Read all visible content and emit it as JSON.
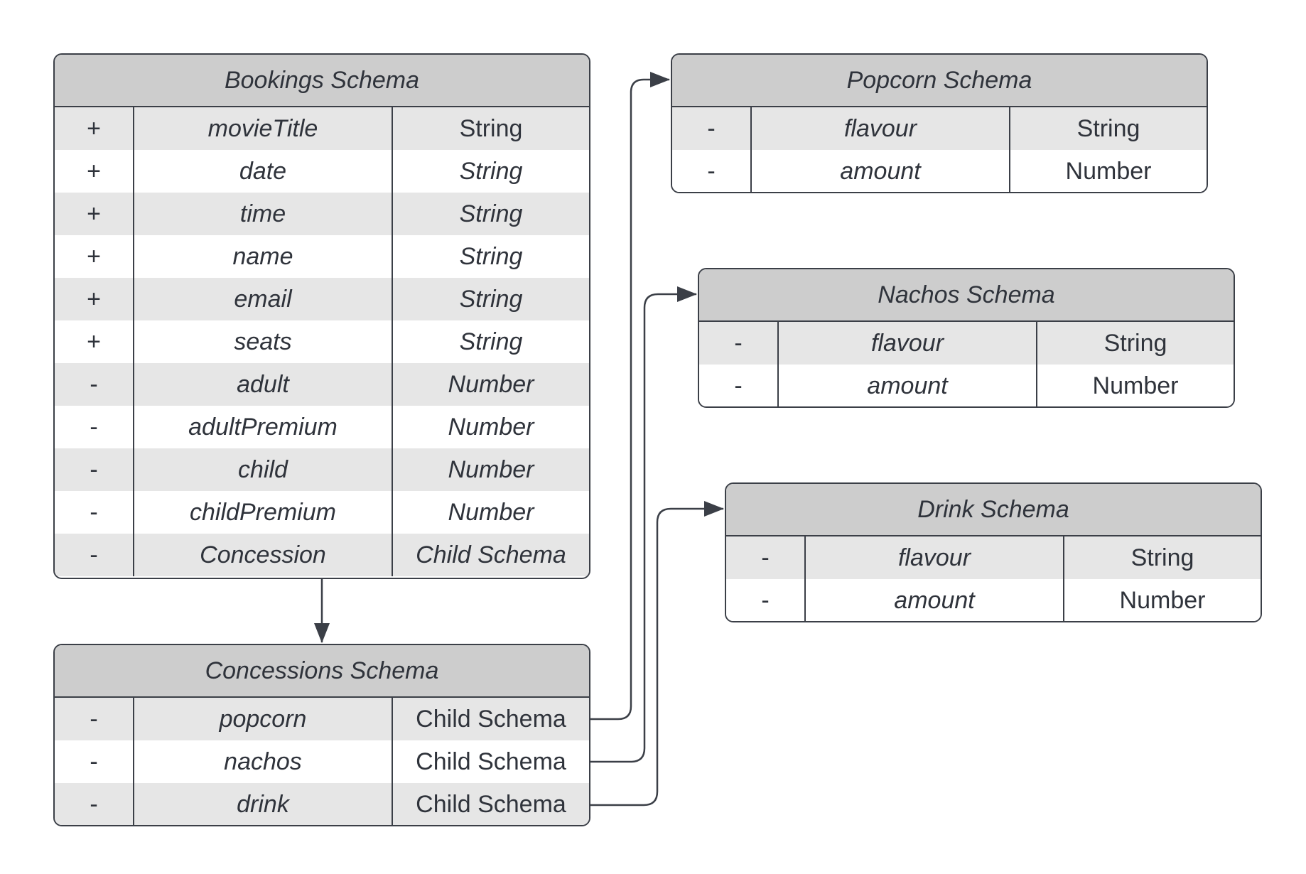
{
  "schemas": {
    "bookings": {
      "title": "Bookings Schema",
      "rows": [
        {
          "vis": "+",
          "name": "movieTitle",
          "type": "String",
          "type_italic": false
        },
        {
          "vis": "+",
          "name": "date",
          "type": "String",
          "type_italic": true
        },
        {
          "vis": "+",
          "name": "time",
          "type": "String",
          "type_italic": true
        },
        {
          "vis": "+",
          "name": "name",
          "type": "String",
          "type_italic": true
        },
        {
          "vis": "+",
          "name": "email",
          "type": "String",
          "type_italic": true
        },
        {
          "vis": "+",
          "name": "seats",
          "type": "String",
          "type_italic": true
        },
        {
          "vis": "-",
          "name": "adult",
          "type": "Number",
          "type_italic": true
        },
        {
          "vis": "-",
          "name": "adultPremium",
          "type": "Number",
          "type_italic": true
        },
        {
          "vis": "-",
          "name": "child",
          "type": "Number",
          "type_italic": true
        },
        {
          "vis": "-",
          "name": "childPremium",
          "type": "Number",
          "type_italic": true
        },
        {
          "vis": "-",
          "name": "Concession",
          "type": "Child Schema",
          "type_italic": true
        }
      ]
    },
    "concessions": {
      "title": "Concessions Schema",
      "rows": [
        {
          "vis": "-",
          "name": "popcorn",
          "type": "Child Schema",
          "type_italic": false
        },
        {
          "vis": "-",
          "name": "nachos",
          "type": "Child Schema",
          "type_italic": false
        },
        {
          "vis": "-",
          "name": "drink",
          "type": "Child Schema",
          "type_italic": false
        }
      ]
    },
    "popcorn": {
      "title": "Popcorn Schema",
      "rows": [
        {
          "vis": "-",
          "name": "flavour",
          "type": "String",
          "type_italic": false
        },
        {
          "vis": "-",
          "name": "amount",
          "type": "Number",
          "type_italic": false
        }
      ]
    },
    "nachos": {
      "title": "Nachos Schema",
      "rows": [
        {
          "vis": "-",
          "name": "flavour",
          "type": "String",
          "type_italic": false
        },
        {
          "vis": "-",
          "name": "amount",
          "type": "Number",
          "type_italic": false
        }
      ]
    },
    "drink": {
      "title": "Drink Schema",
      "rows": [
        {
          "vis": "-",
          "name": "flavour",
          "type": "String",
          "type_italic": false
        },
        {
          "vis": "-",
          "name": "amount",
          "type": "Number",
          "type_italic": false
        }
      ]
    }
  },
  "colors": {
    "header_fill": "#cdcdcd",
    "row_alt_fill": "#e6e6e6",
    "stroke": "#3b3f47",
    "text": "#2f333b"
  }
}
